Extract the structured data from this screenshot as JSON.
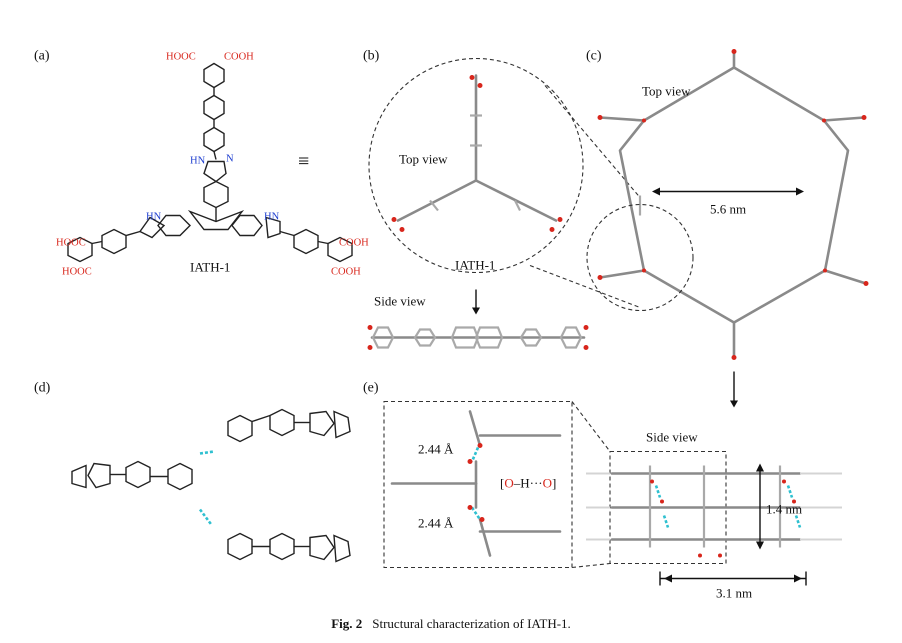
{
  "panels": {
    "a": "(a)",
    "b": "(b)",
    "c": "(c)",
    "d": "(d)",
    "e": "(e)"
  },
  "panel_a": {
    "cooh_top_left": "HOOC",
    "cooh_top_right": "COOH",
    "cooh_left_1": "HOOC",
    "cooh_left_2": "HOOC",
    "cooh_right_1": "COOH",
    "cooh_right_2": "COOH",
    "nh_label": "HN",
    "n_label": "N",
    "equiv_symbol": "≡",
    "name": "IATH-1"
  },
  "panel_b": {
    "top_view": "Top view",
    "name": "IATH-1",
    "side_view": "Side view"
  },
  "panel_c": {
    "top_view": "Top view",
    "pore_size": "5.6 nm"
  },
  "panel_e": {
    "bond_length_top": "2.44 Å",
    "bond_length_bottom": "2.44 Å",
    "hbond_label_open": "[",
    "hbond_o1": "O",
    "hbond_mid": "–H···",
    "hbond_o2": "O",
    "hbond_label_close": "]",
    "side_view": "Side view",
    "interlayer": "1.4 nm",
    "width": "3.1 nm"
  },
  "caption": {
    "fig_label": "Fig. 2",
    "text": "Structural characterization of IATH-1."
  },
  "colors": {
    "oxygen": "#d8261c",
    "nitrogen": "#1f3fd0",
    "hbond": "#2fc0d0"
  }
}
